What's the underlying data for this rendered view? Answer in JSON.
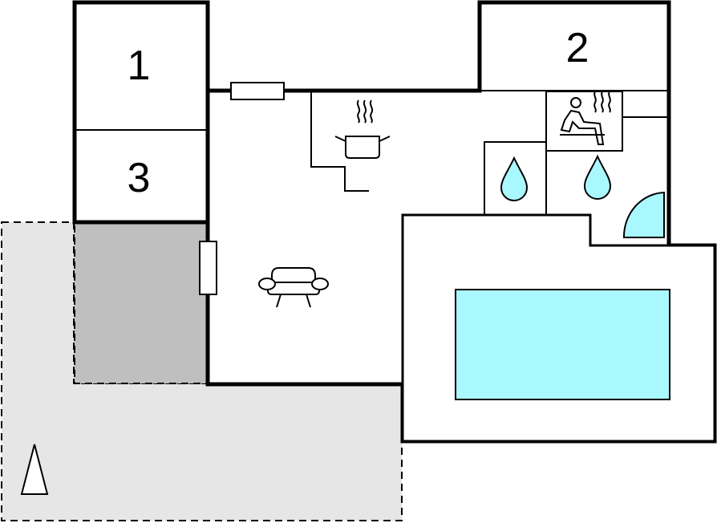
{
  "floor_plan": {
    "rooms": [
      {
        "number": "1"
      },
      {
        "number": "2"
      },
      {
        "number": "3"
      }
    ],
    "symbols": [
      "kitchen-pot-icon",
      "sofa-icon",
      "sauna-icon",
      "shower-drop-icon",
      "bathroom-drop-icon",
      "shower-cabin-icon",
      "window-icon",
      "north-arrow-icon"
    ],
    "colors": {
      "walls": "#000000",
      "terrace": "#e6e6e6",
      "covered_terrace": "#bfbfbf",
      "water": "#aaf8ff",
      "background": "#ffffff"
    }
  }
}
